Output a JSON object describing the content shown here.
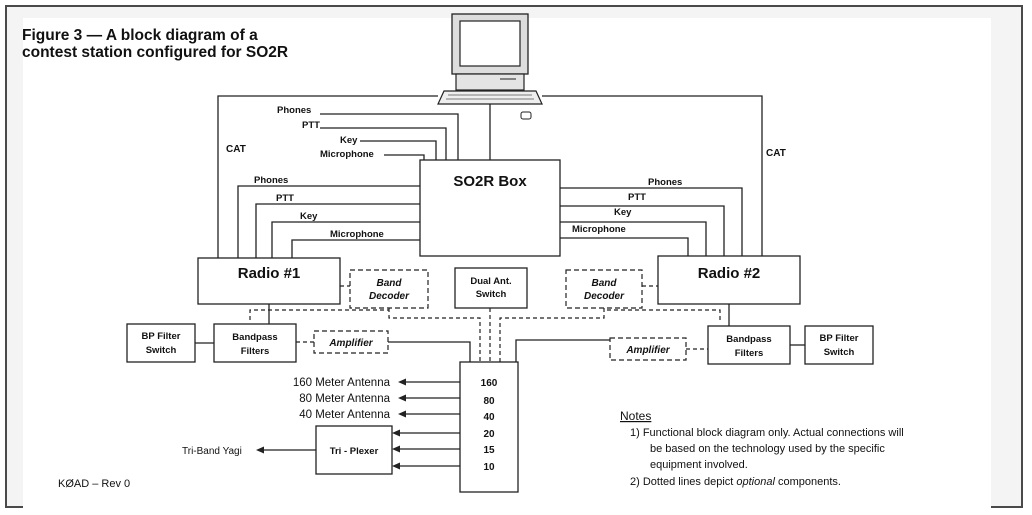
{
  "title": "Figure 3 — A block diagram of a contest station configured for SO2R",
  "boxes": {
    "so2r": "SO2R Box",
    "radio1": "Radio #1",
    "radio2": "Radio #2",
    "dual_ant": [
      "Dual Ant.",
      "Switch"
    ],
    "band_dec1": [
      "Band",
      "Decoder"
    ],
    "band_dec2": [
      "Band",
      "Decoder"
    ],
    "bp_switch1": [
      "BP Filter",
      "Switch"
    ],
    "bp_switch2": [
      "BP Filter",
      "Switch"
    ],
    "bandpass1": [
      "Bandpass",
      "Filters"
    ],
    "bandpass2": [
      "Bandpass",
      "Filters"
    ],
    "amp1": "Amplifier",
    "amp2": "Amplifier",
    "triplexer": "Tri - Plexer"
  },
  "signals": {
    "top": [
      "Phones",
      "PTT",
      "Key",
      "Microphone"
    ],
    "left": [
      "Phones",
      "PTT",
      "Key",
      "Microphone"
    ],
    "right": [
      "Phones",
      "PTT",
      "Key",
      "Microphone"
    ],
    "cat_left": "CAT",
    "cat_right": "CAT"
  },
  "bands": [
    "160",
    "80",
    "40",
    "20",
    "15",
    "10"
  ],
  "antennas": [
    "160 Meter Antenna",
    "80  Meter Antenna",
    "40 Meter Antenna"
  ],
  "yagi": "Tri-Band Yagi",
  "notes": {
    "heading": "Notes",
    "item1": [
      "1)  Functional block diagram only.  Actual connections will",
      "be based on the technology used by the specific",
      "equipment involved."
    ],
    "item2_pre": "2)  Dotted lines depict ",
    "item2_em": "optional",
    "item2_post": " components."
  },
  "credit": "KØAD – Rev 0"
}
